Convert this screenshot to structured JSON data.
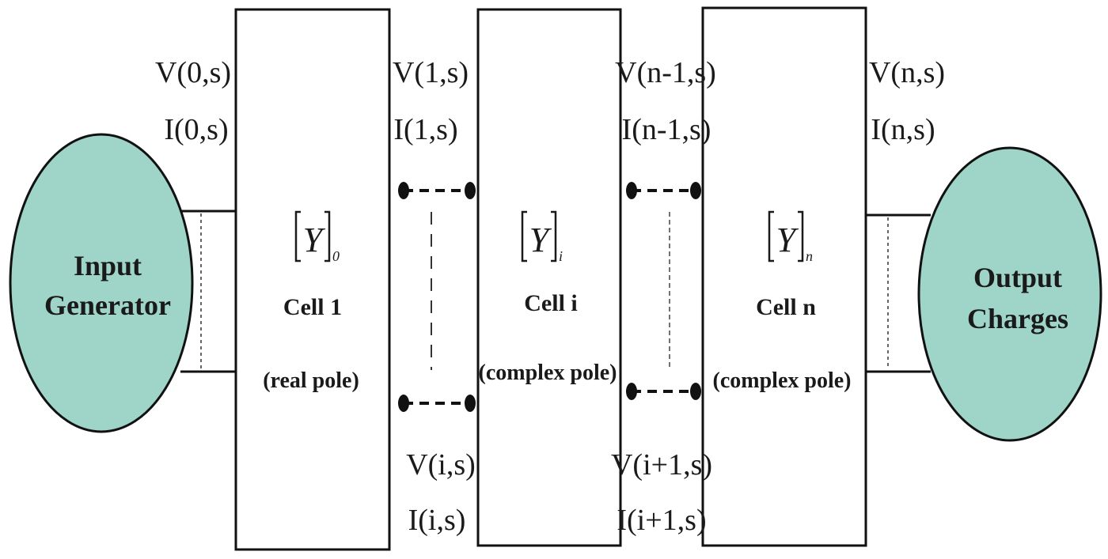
{
  "colors": {
    "node_fill": "#9ed5c8",
    "line": "#111111",
    "background": "#ffffff"
  },
  "nodes": {
    "input": {
      "line1": "Input",
      "line2": "Generator"
    },
    "output": {
      "line1": "Output",
      "line2": "Charges"
    }
  },
  "cells": [
    {
      "matrix": "Y",
      "subscript": "0",
      "name": "Cell 1",
      "pole": "(real pole)"
    },
    {
      "matrix": "Y",
      "subscript": "i",
      "name": "Cell i",
      "pole": "(complex pole)"
    },
    {
      "matrix": "Y",
      "subscript": "n",
      "name": "Cell n",
      "pole": "(complex pole)"
    }
  ],
  "port_labels": {
    "v0": "V(0,s)",
    "i0": "I(0,s)",
    "v1": "V(1,s)",
    "i1": "I(1,s)",
    "vn_1": "V(n-1,s)",
    "in_1": "I(n-1,s)",
    "vn": "V(n,s)",
    "in": "I(n,s)",
    "vi": "V(i,s)",
    "ii": "I(i,s)",
    "vi1": "V(i+1,s)",
    "ii1": "I(i+1,s)"
  }
}
